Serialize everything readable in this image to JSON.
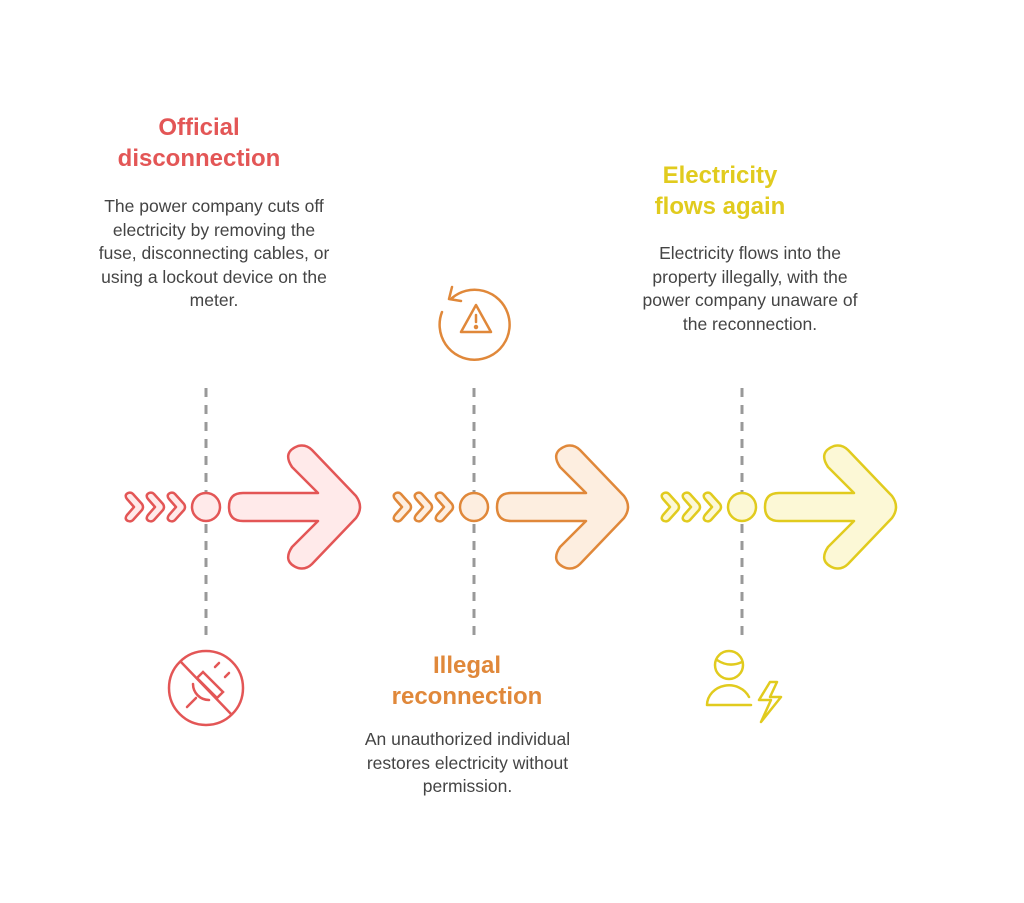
{
  "colors": {
    "red": "#E35656",
    "orange": "#E0883A",
    "yellow": "#E1CB1E"
  },
  "steps": [
    {
      "title_line1": "Official",
      "title_line2": "disconnection",
      "description": "The power company cuts off electricity by removing the fuse, disconnecting cables, or using a lockout device on the meter.",
      "icon": "unplugged-icon"
    },
    {
      "title_line1": "Illegal",
      "title_line2": "reconnection",
      "description": "An unauthorized individual restores electricity without permission.",
      "icon": "restore-warning-icon"
    },
    {
      "title_line1": "Electricity",
      "title_line2": "flows again",
      "description": "Electricity flows into the property illegally, with the power company unaware of the reconnection.",
      "icon": "person-lightning-icon"
    }
  ]
}
